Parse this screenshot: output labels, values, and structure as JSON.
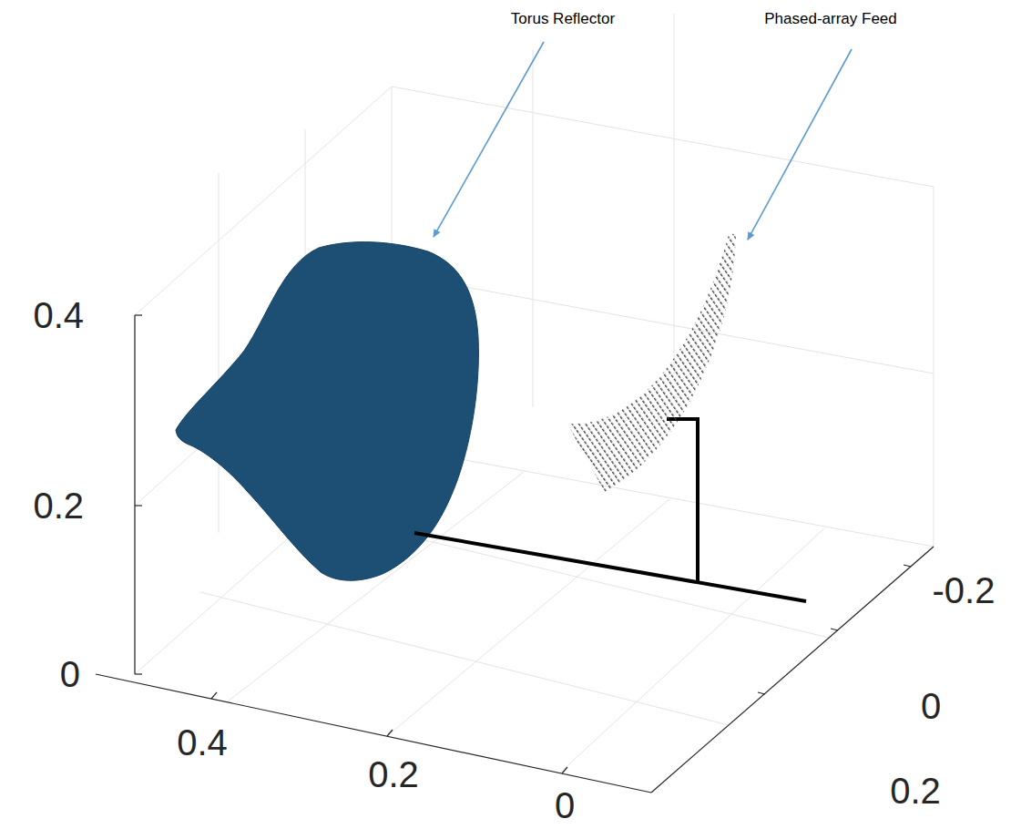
{
  "diagram": {
    "labels": [
      "Torus Reflector",
      "Phased-array Feed",
      "0.4",
      "0.2",
      "0",
      "0.4",
      "0.2",
      "0",
      "-0.2",
      "0",
      "0.2"
    ]
  }
}
